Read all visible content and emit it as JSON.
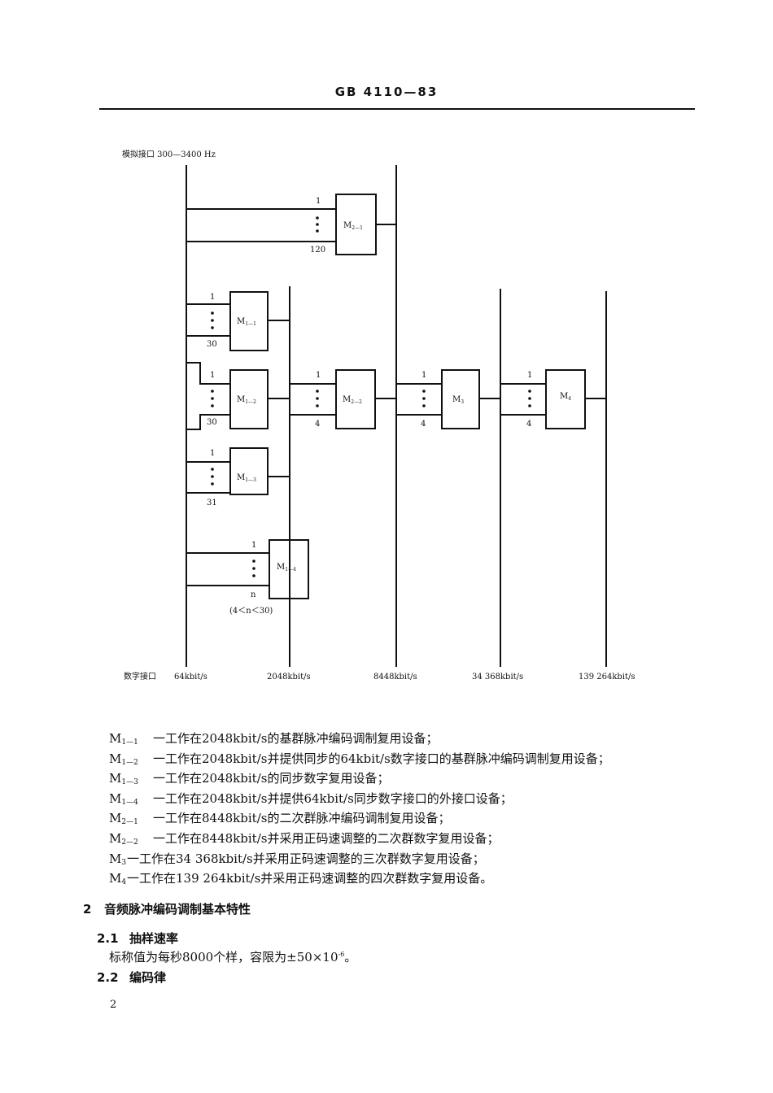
{
  "header": {
    "doc_id": "GB  4110—83"
  },
  "diagram": {
    "analog_label": "模拟接口 300—3400 Hz",
    "digital_label": "数字接口",
    "rates": [
      "64kbit/s",
      "2048kbit/s",
      "8448kbit/s",
      "34 368kbit/s",
      "139 264kbit/s"
    ],
    "mux": {
      "m21": {
        "name": "M",
        "sub": "2—1",
        "top": "1",
        "bottom": "120"
      },
      "m11": {
        "name": "M",
        "sub": "1—1",
        "top": "1",
        "bottom": "30"
      },
      "m12": {
        "name": "M",
        "sub": "1—2",
        "top": "1",
        "bottom": "30"
      },
      "m13": {
        "name": "M",
        "sub": "1—3",
        "top": "1",
        "bottom": "31"
      },
      "m14": {
        "name": "M",
        "sub": "1—4",
        "top": "1",
        "bottom": "n",
        "range": "(4＜n＜30)"
      },
      "m22": {
        "name": "M",
        "sub": "2—2",
        "top": "1",
        "bottom": "4"
      },
      "m3": {
        "name": "M",
        "sub": "3",
        "top": "1",
        "bottom": "4"
      },
      "m4": {
        "name": "M",
        "sub": "4",
        "top": "1",
        "bottom": "4"
      }
    }
  },
  "legend": [
    {
      "sym": "M",
      "sub": "1—1",
      "text": "一工作在2048kbit/s的基群脉冲编码调制复用设备；"
    },
    {
      "sym": "M",
      "sub": "1—2",
      "text": "一工作在2048kbit/s并提供同步的64kbit/s数字接口的基群脉冲编码调制复用设备；"
    },
    {
      "sym": "M",
      "sub": "1—3",
      "text": "一工作在2048kbit/s的同步数字复用设备；"
    },
    {
      "sym": "M",
      "sub": "1—4",
      "text": "一工作在2048kbit/s并提供64kbit/s同步数字接口的外接口设备；"
    },
    {
      "sym": "M",
      "sub": "2—1",
      "text": "一工作在8448kbit/s的二次群脉冲编码调制复用设备；"
    },
    {
      "sym": "M",
      "sub": "2—2",
      "text": "一工作在8448kbit/s并采用正码速调整的二次群数字复用设备；"
    },
    {
      "sym": "M",
      "sub": "3",
      "text": "一工作在34 368kbit/s并采用正码速调整的三次群数字复用设备；"
    },
    {
      "sym": "M",
      "sub": "4",
      "text": "一工作在139 264kbit/s并采用正码速调整的四次群数字复用设备。"
    }
  ],
  "sections": {
    "s2": {
      "num": "2",
      "title": "音频脉冲编码调制基本特性"
    },
    "s21": {
      "num": "2.1",
      "title": "抽样速率",
      "body_pre": "标称值为每秒8000个样，容限为±50×10",
      "body_exp": "-6",
      "body_post": "。"
    },
    "s22": {
      "num": "2.2",
      "title": "编码律"
    }
  },
  "page_number": "2"
}
